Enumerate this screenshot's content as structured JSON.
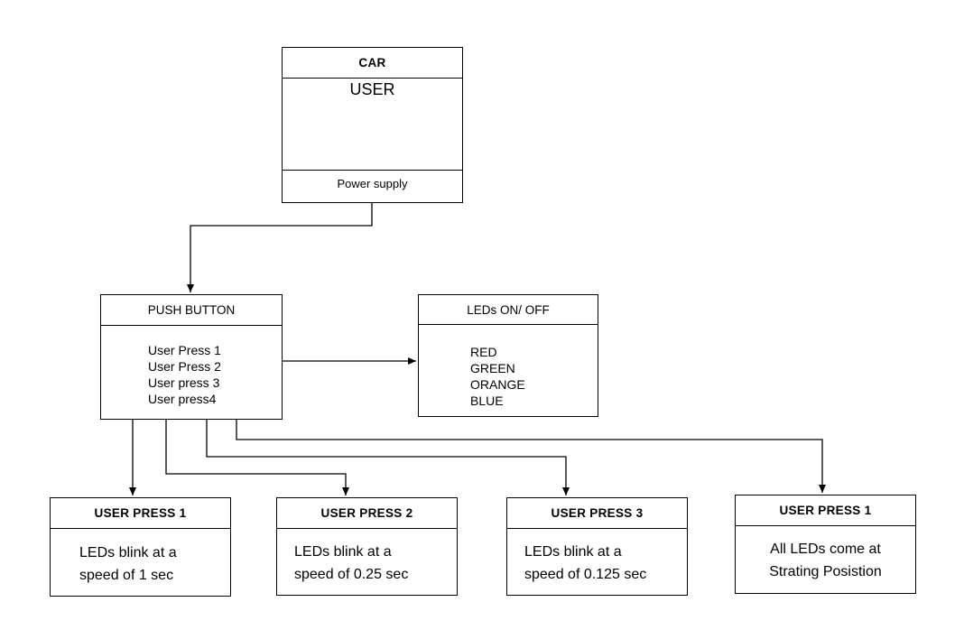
{
  "car": {
    "title": "CAR",
    "user": "USER",
    "footer": "Power supply"
  },
  "push_button": {
    "title": "PUSH BUTTON",
    "lines": [
      "User Press 1",
      "User Press 2",
      "User press 3",
      "User press4"
    ]
  },
  "leds": {
    "title": "LEDs ON/ OFF",
    "lines": [
      "RED",
      "GREEN",
      "ORANGE",
      "BLUE"
    ]
  },
  "results": [
    {
      "title": "USER PRESS 1",
      "lines": [
        "LEDs blink at a",
        "speed of 1 sec"
      ]
    },
    {
      "title": "USER PRESS 2",
      "lines": [
        "LEDs blink at a",
        "speed of 0.25 sec"
      ]
    },
    {
      "title": "USER PRESS 3",
      "lines": [
        "LEDs blink at a",
        "speed of 0.125 sec"
      ]
    },
    {
      "title": "USER PRESS 1",
      "lines": [
        "All LEDs come at",
        "Strating Posistion"
      ]
    }
  ],
  "colors": {
    "stroke": "#000000",
    "background": "#ffffff"
  }
}
